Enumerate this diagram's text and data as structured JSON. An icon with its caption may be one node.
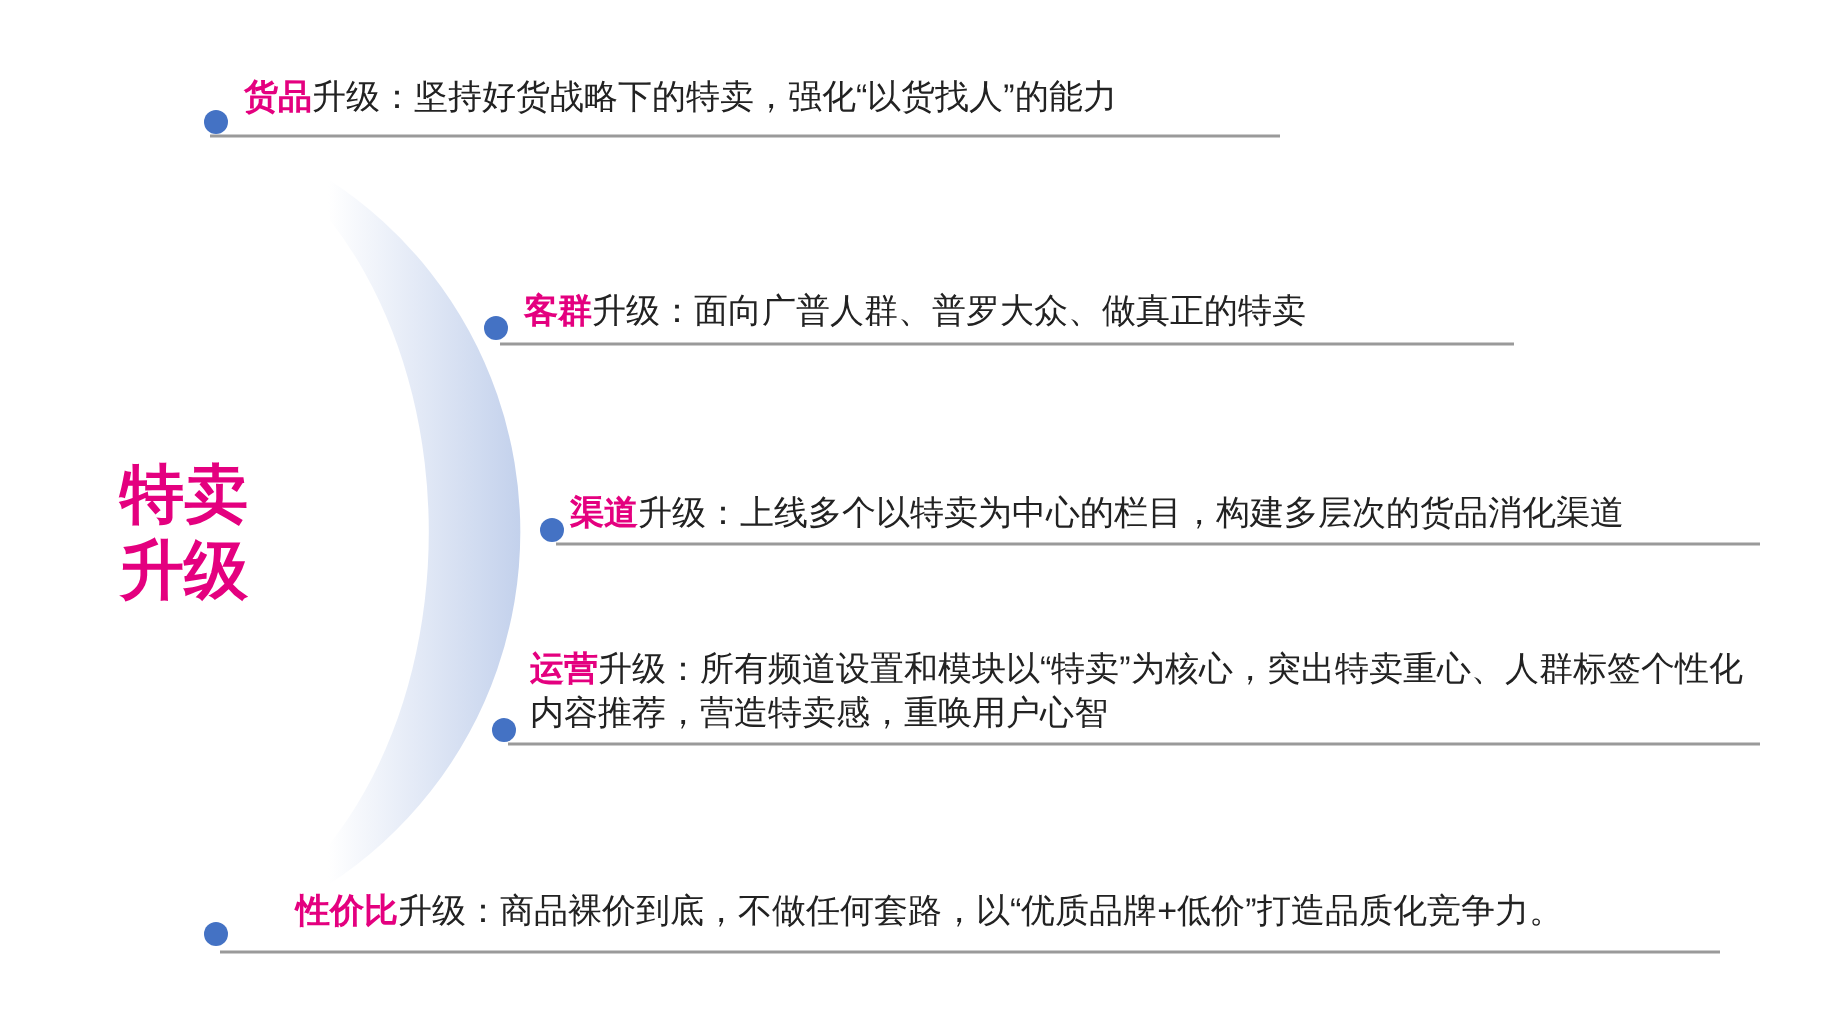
{
  "diagram": {
    "nodes": [
      {
        "text": [
          "特卖升级"
        ]
      }
    ],
    "labels": [
      "**货品**升级：坚持好货战略下的特卖，强化“以货找人”的能力",
      "**客群**升级：面向广普人群、普罗大众、做真正的特卖",
      "**渠道**升级：上线多个以特卖为中心的栏目，构建多层次的货品消化渠道",
      "**运营**升级：所有频道设置和模块以“特卖”为核心，突出特卖重心、人群标签个性化内容推荐，营造特卖感，重唤用户心智",
      "**性价比**升级：商品裸价到底，不做任何套路，以“优质品牌+低价”打造品质化竞争力。"
    ]
  }
}
